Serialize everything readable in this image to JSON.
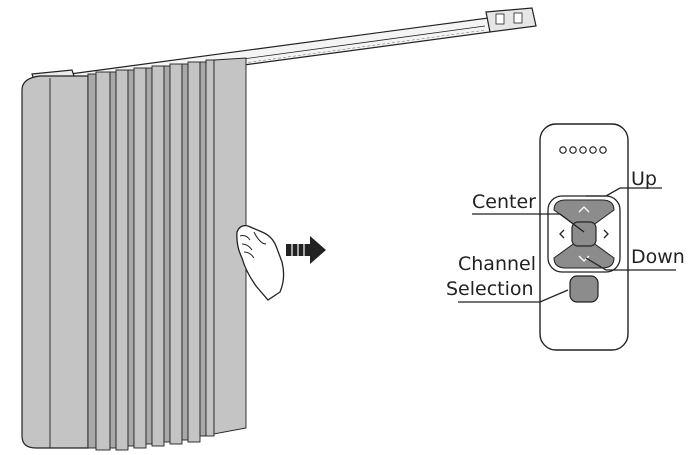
{
  "labels": {
    "center": "Center",
    "up": "Up",
    "down": "Down",
    "channel_line1": "Channel",
    "channel_line2": "Selection"
  },
  "colors": {
    "panel_fill": "#c4c4c4",
    "panel_dark": "#a9a9a9",
    "button_fill": "#8c8c8c",
    "outline": "#1f1f1f",
    "background": "#ffffff"
  },
  "remote": {
    "indicator_leds": 5
  },
  "icons": {
    "hand": "hand-pulling-icon",
    "arrow": "direction-right-arrow-icon"
  }
}
